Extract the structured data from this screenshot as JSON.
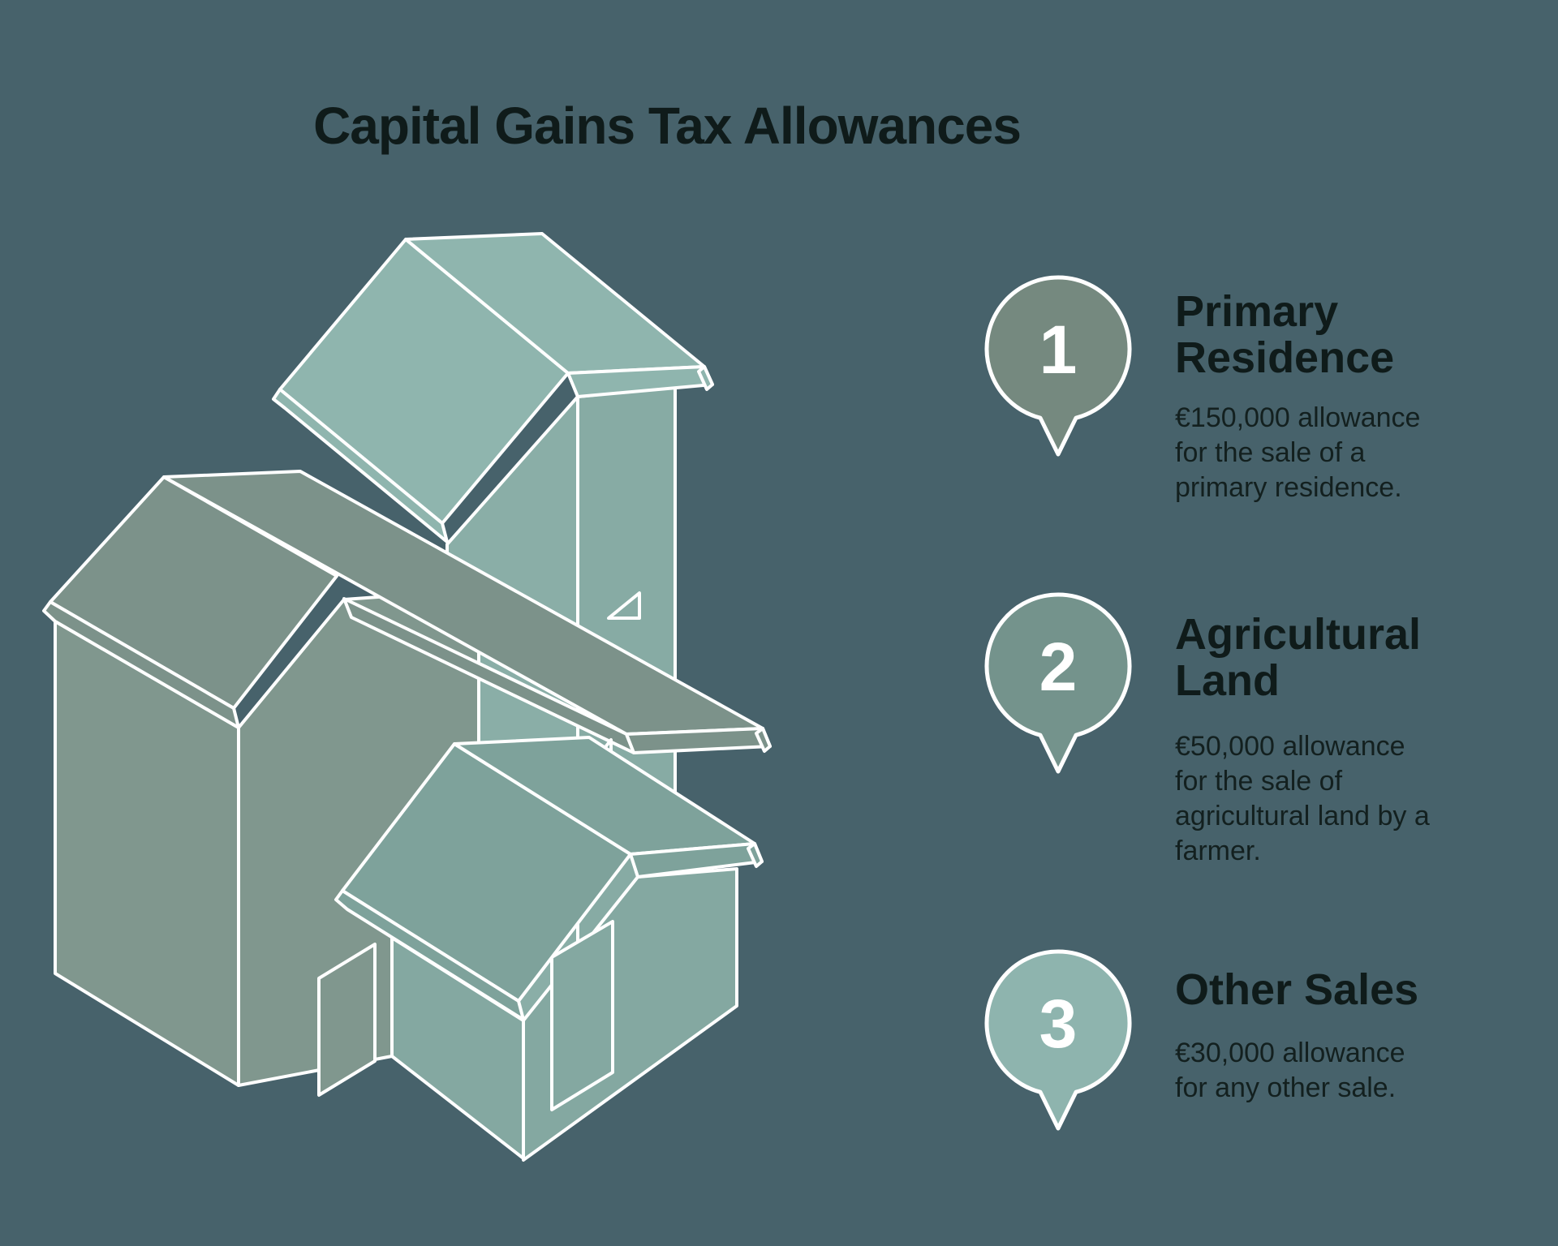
{
  "title": "Capital Gains Tax Allowances",
  "colors": {
    "background": "#47626B",
    "text_dark": "#0F1B1A",
    "white": "#FFFFFF",
    "bubble_1_fill": "#75897F",
    "bubble_2_fill": "#74938C",
    "bubble_3_fill": "#8EB4AE",
    "house_tall_roof": "#8FB5AE",
    "house_tall_wall": "#87ABA4",
    "house_left_roof": "#7C928A",
    "house_left_wall": "#80978E",
    "house_front_roof": "#7EA29B",
    "house_front_wall": "#84A8A1"
  },
  "illustration": {
    "name": "isometric-houses",
    "description": "Three isometric white-outlined houses"
  },
  "items": [
    {
      "number": "1",
      "heading_line1": "Primary",
      "heading_line2": "Residence",
      "body_line1": "€150,000 allowance",
      "body_line2": "for the sale of a",
      "body_line3": "primary residence.",
      "body_line4": ""
    },
    {
      "number": "2",
      "heading_line1": "Agricultural",
      "heading_line2": "Land",
      "body_line1": "€50,000 allowance",
      "body_line2": "for the sale of",
      "body_line3": "agricultural land by a",
      "body_line4": "farmer."
    },
    {
      "number": "3",
      "heading_line1": "Other Sales",
      "heading_line2": "",
      "body_line1": "€30,000 allowance",
      "body_line2": "for any other sale.",
      "body_line3": "",
      "body_line4": ""
    }
  ]
}
